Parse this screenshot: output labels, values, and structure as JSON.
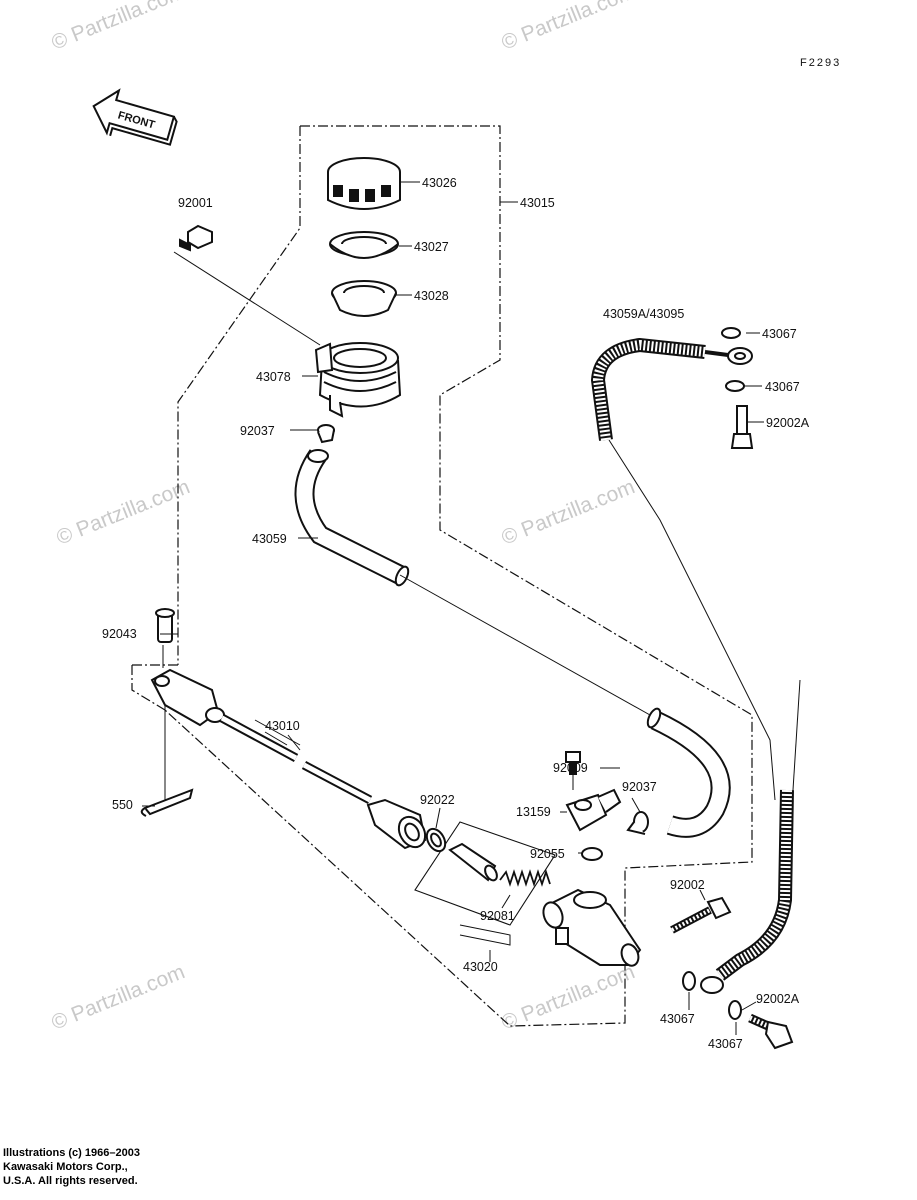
{
  "figure_code": "F2293",
  "front_label": "FRONT",
  "watermark": "© Partzilla.com",
  "parts": {
    "p43026": "43026",
    "p43015": "43015",
    "p92001": "92001",
    "p43027": "43027",
    "p43028": "43028",
    "p43059a": "43059A/43095",
    "p43067a": "43067",
    "p43067b": "43067",
    "p92002a_top": "92002A",
    "p43078": "43078",
    "p92037a": "92037",
    "p43059": "43059",
    "p92043": "92043",
    "p43010": "43010",
    "p92009": "92009",
    "p92037b": "92037",
    "p550": "550",
    "p92022": "92022",
    "p13159": "13159",
    "p92055": "92055",
    "p92002": "92002",
    "p92081": "92081",
    "p43020": "43020",
    "p43067c": "43067",
    "p92002a_bot": "92002A",
    "p43067d": "43067"
  },
  "copyright": {
    "line1": "Illustrations (c) 1966–2003",
    "line2": "Kawasaki Motors Corp.,",
    "line3": "U.S.A.  All rights reserved."
  }
}
